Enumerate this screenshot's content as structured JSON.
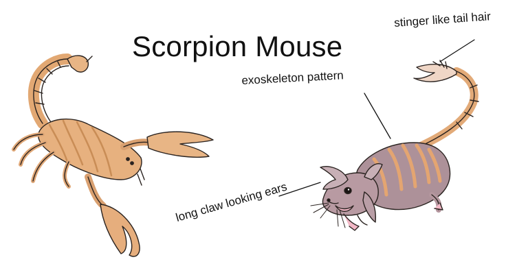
{
  "title": "Scorpion Mouse",
  "labels": {
    "stinger": "stinger like tail hair",
    "exoskeleton": "exoskeleton pattern",
    "ears": "long claw looking ears"
  },
  "illustrations": {
    "left": "scorpion",
    "right": "scorpion-mouse"
  },
  "colors": {
    "body_tan": "#e6b07a",
    "body_shadow": "#c98d56",
    "mouse_gray": "#a78f98",
    "ink": "#2a2320",
    "pink": "#f2b8c6",
    "text": "#111111"
  }
}
